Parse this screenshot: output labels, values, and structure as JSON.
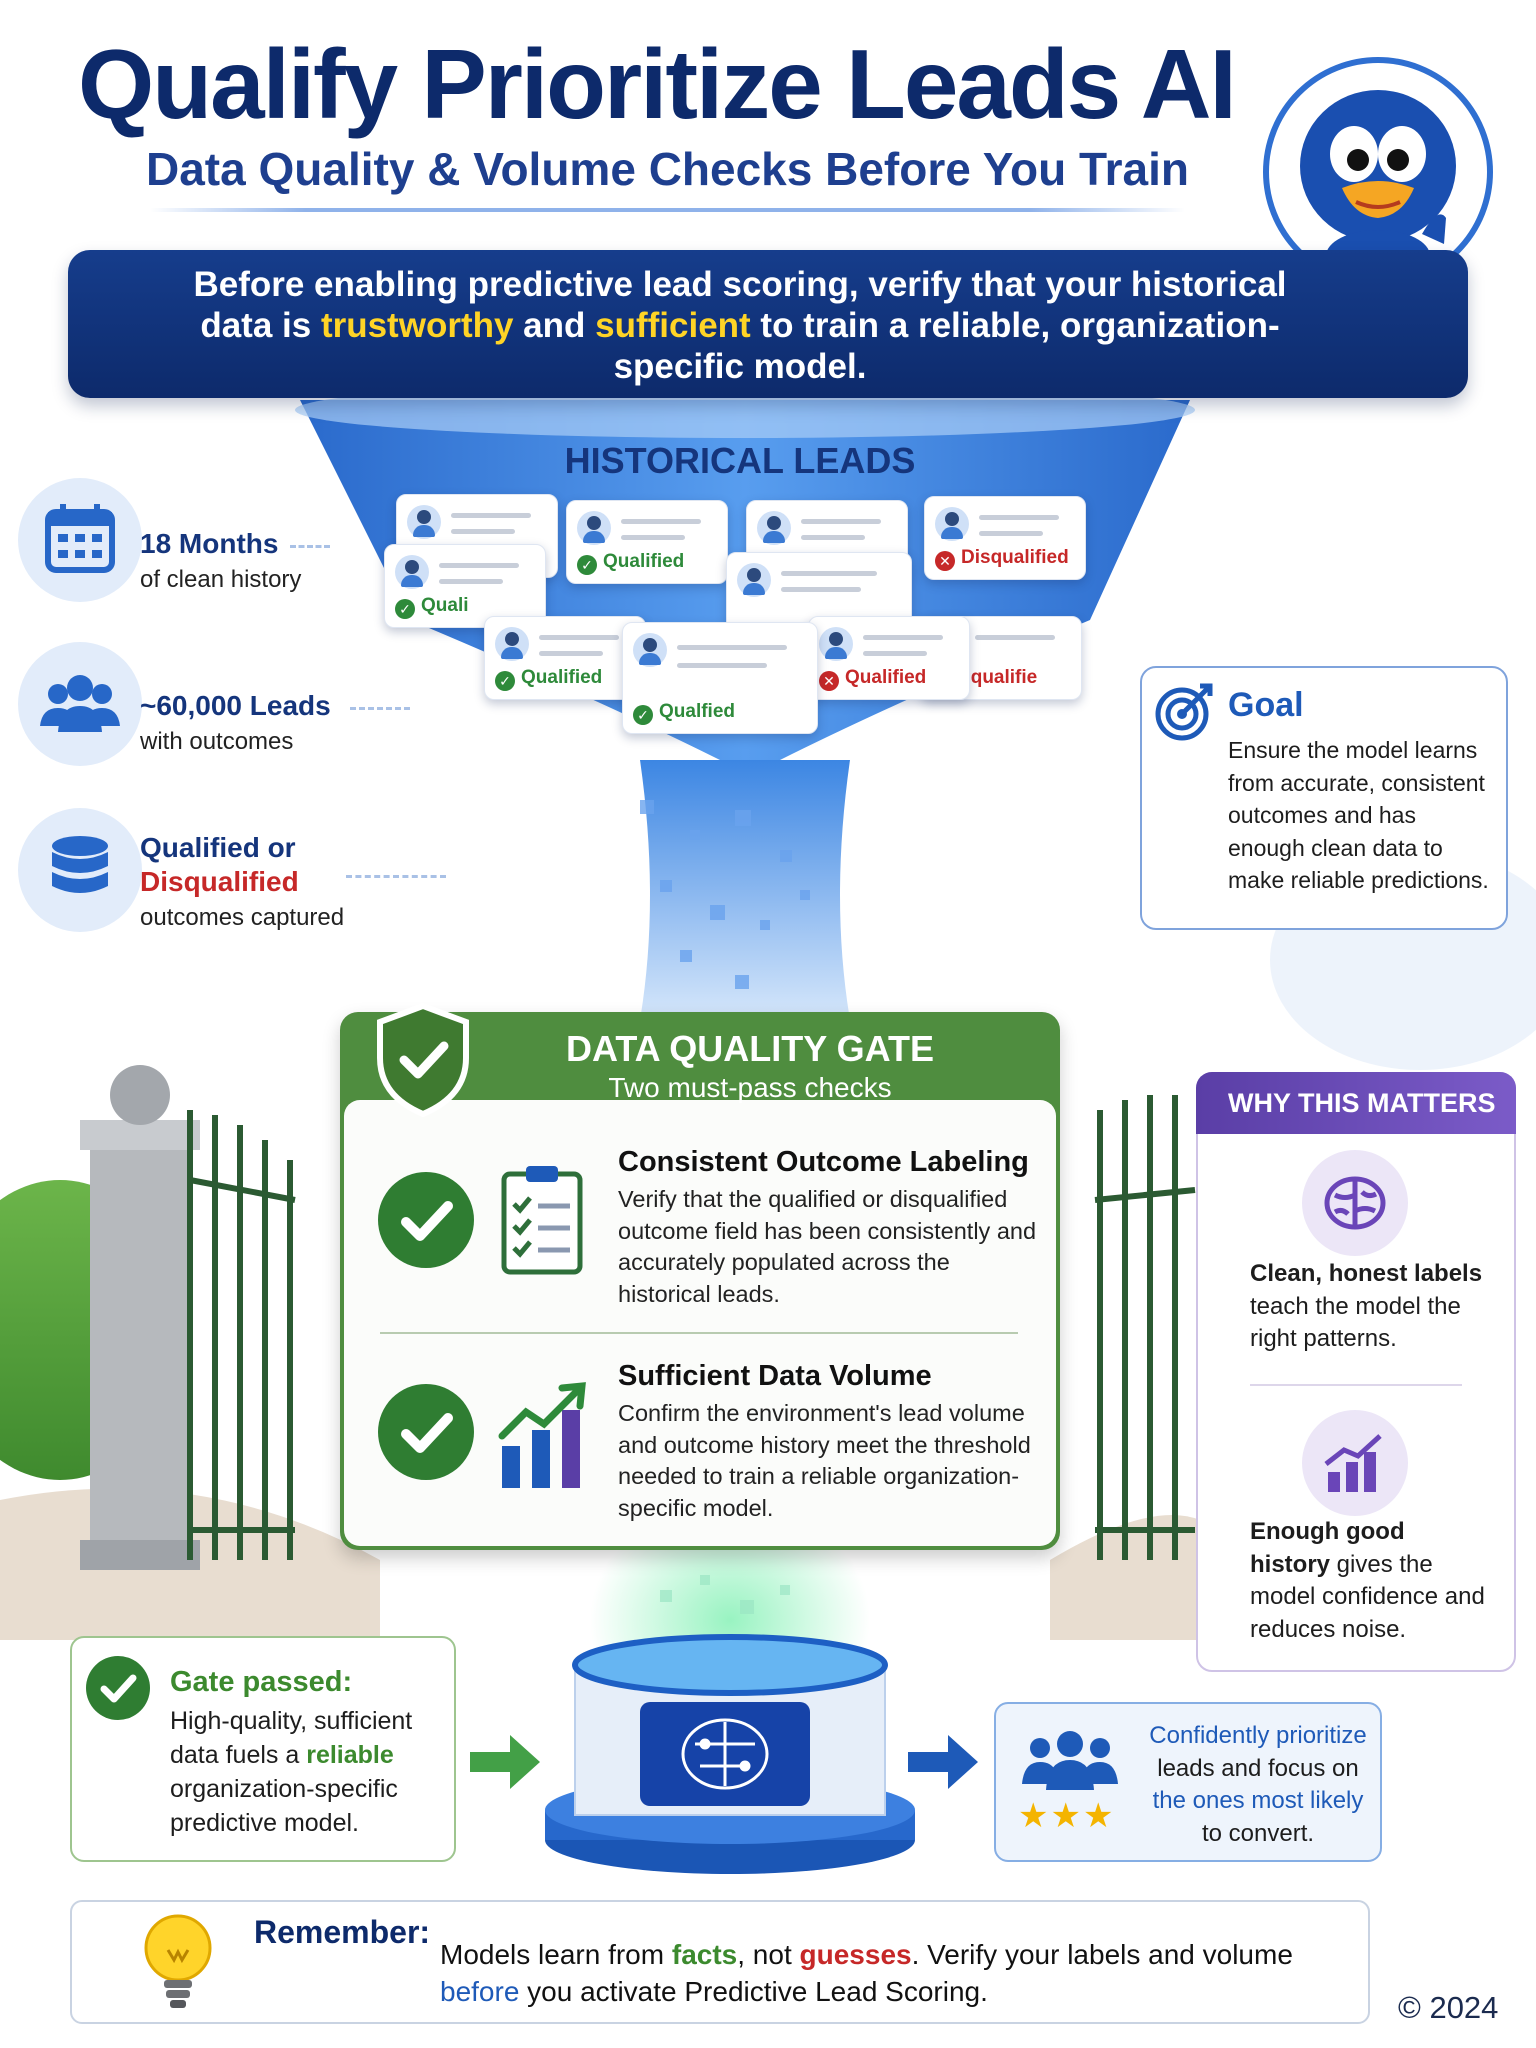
{
  "header": {
    "title": "Qualify Prioritize Leads AI",
    "subtitle": "Data Quality & Volume Checks Before You Train"
  },
  "intro": {
    "part1": "Before enabling predictive lead scoring, verify that your historical data is ",
    "highlight1": "trustworthy",
    "part2": " and ",
    "highlight2": "sufficient",
    "part3": " to train a reliable, organization-specific model."
  },
  "funnel": {
    "heading": "HISTORICAL LEADS",
    "cards": [
      {
        "status": "Qualified",
        "kind": "ok"
      },
      {
        "status": "Qualified",
        "kind": "ok"
      },
      {
        "status": "Disqualified",
        "kind": "bad"
      },
      {
        "status": "Qualified",
        "kind": "ok"
      },
      {
        "status": "Qualfied",
        "kind": "ok"
      },
      {
        "status": "Qualified",
        "kind": "bad"
      },
      {
        "status": "Dqualifie",
        "kind": "bad"
      },
      {
        "status": "Quali",
        "kind": "ok"
      }
    ]
  },
  "stats": [
    {
      "icon": "calendar-icon",
      "title": "18 Months",
      "sub": "of clean history"
    },
    {
      "icon": "people-icon",
      "title": "~60,000 Leads",
      "sub": "with outcomes"
    },
    {
      "icon": "database-icon",
      "title": "Qualified or",
      "title_red": "Disqualified",
      "sub": "outcomes captured"
    }
  ],
  "goal": {
    "icon": "target-icon",
    "title": "Goal",
    "text": "Ensure the model learns from accurate, consistent outcomes and has enough clean data to make reliable predictions."
  },
  "gate": {
    "title": "DATA QUALITY GATE",
    "subtitle": "Two must-pass checks",
    "checks": [
      {
        "icon": "clipboard-checklist-icon",
        "title": "Consistent Outcome Labeling",
        "desc": "Verify that the qualified or disqualified outcome field has been consistently and accurately populated across the historical leads."
      },
      {
        "icon": "growth-chart-icon",
        "title": "Sufficient Data Volume",
        "desc": "Confirm the environment's lead volume and outcome history meet the threshold needed to train a reliable organization-specific model."
      }
    ]
  },
  "why": {
    "title": "WHY THIS MATTERS",
    "items": [
      {
        "icon": "brain-icon",
        "bold": "Clean, honest labels",
        "rest": " teach the model the right patterns."
      },
      {
        "icon": "bar-chart-icon",
        "bold": "Enough good history",
        "rest": " gives the model confidence and reduces noise."
      }
    ]
  },
  "passed": {
    "title": "Gate passed:",
    "part1": "High-quality, sufficient data fuels a ",
    "highlight": "reliable",
    "part2": " organization-specific predictive model."
  },
  "outcome": {
    "hl1": "Confidently prioritize",
    "mid": " leads and focus on ",
    "hl2": "the ones most likely",
    "end": " to convert.",
    "stars": "★★★"
  },
  "remember": {
    "title": "Remember:",
    "p1": "Models learn from ",
    "facts": "facts",
    "p2": ", not ",
    "guesses": "guesses",
    "p3": ". Verify your labels and volume ",
    "before": "before",
    "p4": " you activate Predictive Lead Scoring."
  },
  "copyright": "© 2024",
  "colors": {
    "navy": "#0d2a6b",
    "accent_blue": "#1e5ab8",
    "gate_green": "#4f8d3f",
    "check_green": "#2f7d32",
    "purple": "#5a3ea6",
    "highlight_yellow": "#ffd426",
    "disqualified_red": "#c62828"
  }
}
